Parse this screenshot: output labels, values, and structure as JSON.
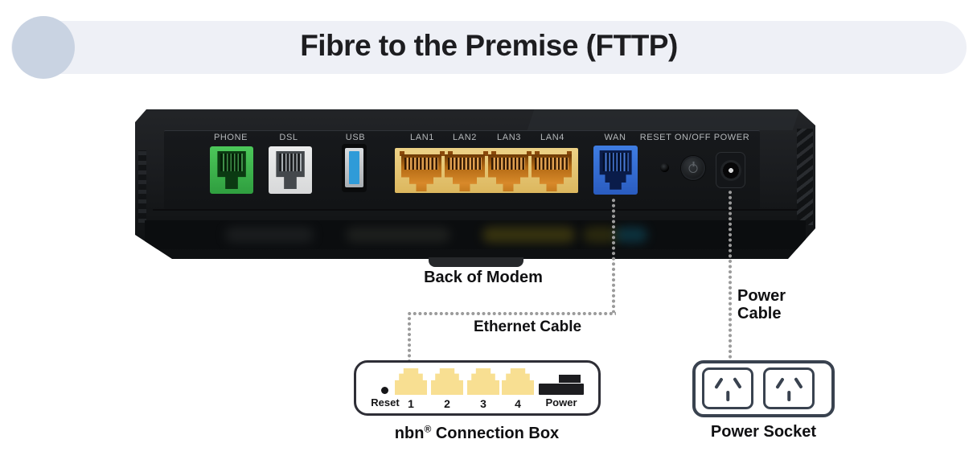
{
  "title": "Fibre to the Premise (FTTP)",
  "modem": {
    "caption": "Back of Modem",
    "ports": {
      "phone": "PHONE",
      "dsl": "DSL",
      "usb": "USB",
      "lan1": "LAN1",
      "lan2": "LAN2",
      "lan3": "LAN3",
      "lan4": "LAN4",
      "wan": "WAN"
    },
    "controls": "RESET ON/OFF POWER"
  },
  "cables": {
    "ethernet": "Ethernet Cable",
    "power_line1": "Power",
    "power_line2": "Cable"
  },
  "nbn_box": {
    "brand": "nbn",
    "reg": "®",
    "caption_rest": " Connection Box",
    "reset": "Reset",
    "ports": [
      "1",
      "2",
      "3",
      "4"
    ],
    "power": "Power"
  },
  "power_socket": {
    "caption": "Power Socket"
  },
  "colors": {
    "banner_bg": "#eef0f6",
    "banner_circle": "#c9d3e2",
    "phone_port": "#3fbf4d",
    "dsl_port": "#e9eaeb",
    "usb_tongue": "#2f9bd8",
    "lan_panel": "#e7c66f",
    "lan_jack": "#c97c1e",
    "wan_port": "#3268d2",
    "modem_body": "#17191c",
    "nbn_port_yellow": "#f8df92",
    "socket_outline": "#39424f",
    "dotted_line": "#9b9b9b"
  }
}
